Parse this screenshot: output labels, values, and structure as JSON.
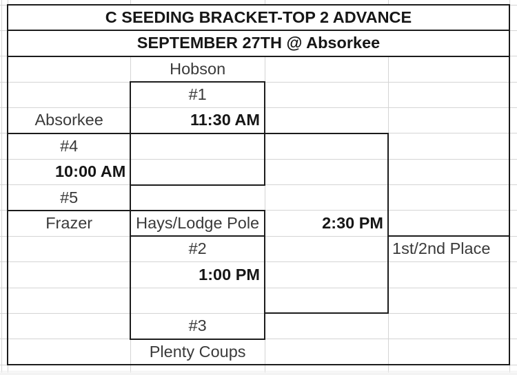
{
  "sheet": {
    "title": "C SEEDING BRACKET-TOP 2 ADVANCE",
    "date": "SEPTEMBER 27TH @ Absorkee",
    "game1": {
      "top_team": "Hobson",
      "label": "#1",
      "time": "11:30 AM"
    },
    "game4": {
      "top_team": "Absorkee",
      "label": "#4",
      "time": "10:00 AM",
      "bottom_team": "Frazer"
    },
    "game5": {
      "label": "#5"
    },
    "game2": {
      "top_team": "Hays/Lodge Pole",
      "label": "#2",
      "time": "1:00 PM"
    },
    "game3": {
      "label": "#3",
      "team": "Plenty Coups"
    },
    "final": {
      "time": "2:30 PM",
      "placement": "1st/2nd Place"
    }
  },
  "colors": {
    "background": "#ffffff",
    "border": "#1b1b1b",
    "gridline": "#d8d8d8",
    "text": "#3a3a3a",
    "text_bold": "#161616"
  },
  "grid": {
    "black_h": [
      [
        7,
        10,
        740
      ],
      [
        44.4,
        10,
        740
      ],
      [
        81.7,
        10,
        740
      ],
      [
        119.1,
        188.3,
        385
      ],
      [
        193.8,
        10,
        564
      ],
      [
        268.5,
        188.3,
        385
      ],
      [
        305.9,
        10,
        385
      ],
      [
        343.2,
        188.3,
        385
      ],
      [
        343.2,
        562,
        740
      ],
      [
        455.3,
        383,
        564
      ],
      [
        492.7,
        188.3,
        385
      ],
      [
        530,
        10,
        740
      ]
    ],
    "black_v": [
      [
        11,
        7,
        531
      ],
      [
        189.3,
        118.1,
        493.7
      ],
      [
        384,
        118.1,
        269.5
      ],
      [
        384,
        304.9,
        493.7
      ],
      [
        563,
        192.8,
        456.3
      ],
      [
        739,
        7,
        531
      ]
    ],
    "gray_h": [
      [
        7,
        0,
        11
      ],
      [
        7,
        739,
        750
      ],
      [
        44.4,
        0,
        11
      ],
      [
        44.4,
        739,
        750
      ],
      [
        81.7,
        0,
        11
      ],
      [
        81.7,
        739,
        750
      ],
      [
        119.1,
        0,
        189.3
      ],
      [
        119.1,
        384,
        750
      ],
      [
        156.4,
        0,
        750
      ],
      [
        193.8,
        0,
        11
      ],
      [
        193.8,
        563,
        750
      ],
      [
        231.2,
        0,
        750
      ],
      [
        268.5,
        0,
        189.3
      ],
      [
        268.5,
        384,
        750
      ],
      [
        305.9,
        0,
        11
      ],
      [
        305.9,
        384,
        750
      ],
      [
        343.2,
        0,
        189.3
      ],
      [
        343.2,
        384,
        563
      ],
      [
        343.2,
        739,
        750
      ],
      [
        380.6,
        0,
        750
      ],
      [
        418.0,
        0,
        750
      ],
      [
        455.3,
        0,
        384
      ],
      [
        455.3,
        563,
        750
      ],
      [
        492.7,
        0,
        189.3
      ],
      [
        492.7,
        384,
        750
      ],
      [
        530,
        0,
        11
      ],
      [
        530,
        739,
        750
      ]
    ],
    "gray_v": [
      [
        2.5,
        0,
        545
      ],
      [
        11,
        0,
        7
      ],
      [
        11,
        531,
        545
      ],
      [
        189.3,
        0,
        7
      ],
      [
        189.3,
        81.7,
        119.1
      ],
      [
        189.3,
        493.7,
        545
      ],
      [
        384,
        0,
        7
      ],
      [
        384,
        81.7,
        119.1
      ],
      [
        384,
        269.5,
        304.9
      ],
      [
        384,
        493.7,
        545
      ],
      [
        563,
        0,
        7
      ],
      [
        563,
        81.7,
        192.8
      ],
      [
        563,
        456.3,
        545
      ],
      [
        739,
        0,
        7
      ],
      [
        739,
        531,
        545
      ]
    ]
  }
}
